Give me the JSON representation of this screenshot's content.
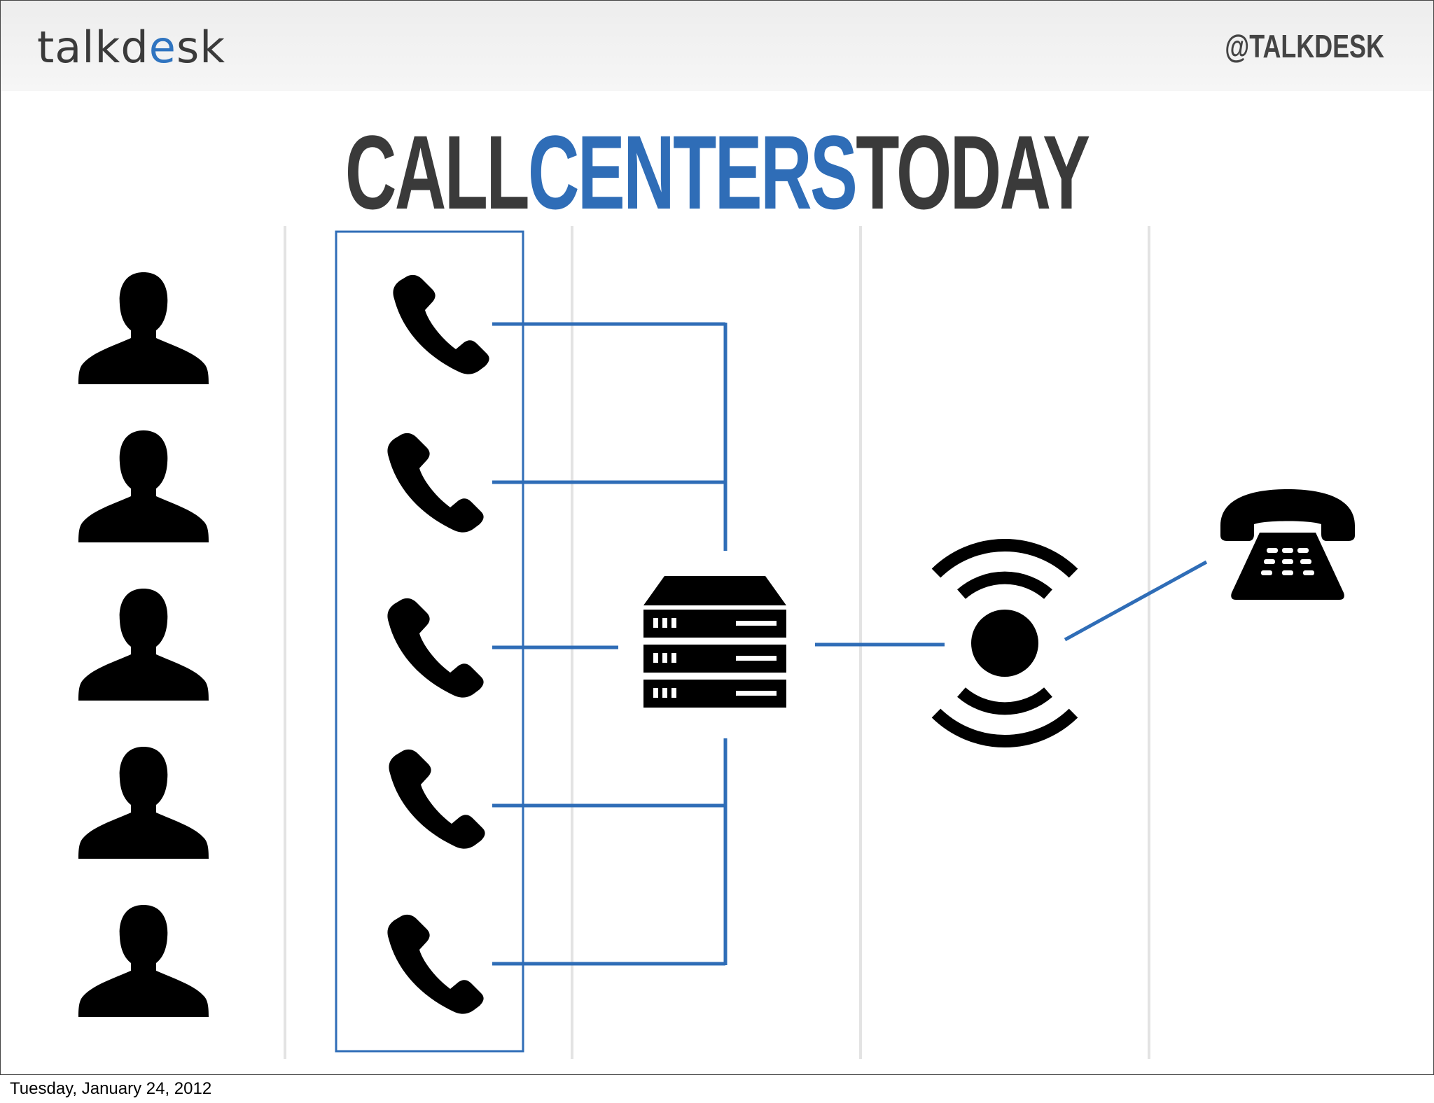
{
  "header": {
    "logo_prefix": "talkd",
    "logo_e": "e",
    "logo_suffix": "sk",
    "handle": "@TALKDESK"
  },
  "title": {
    "part1": "CALL",
    "part2": "CENTERS",
    "part3": "TODAY"
  },
  "footer": {
    "date": "Tuesday, January 24, 2012"
  },
  "colors": {
    "accent": "#2f6db7",
    "text": "#3a3a3a",
    "icon": "#000000",
    "divider": "#e3e3e3"
  },
  "icons": {
    "agents": [
      "person-icon",
      "person-icon",
      "person-icon",
      "person-icon",
      "person-icon"
    ],
    "phones": [
      "handset-icon",
      "handset-icon",
      "handset-icon",
      "handset-icon",
      "handset-icon"
    ],
    "pbx": "server-icon",
    "network": "signal-icon",
    "caller": "desk-phone-icon"
  }
}
